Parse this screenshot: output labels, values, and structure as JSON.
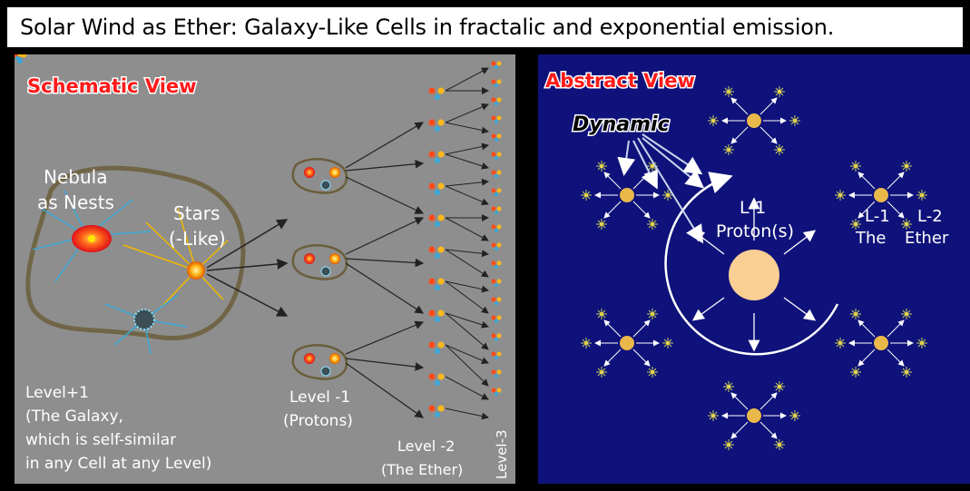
{
  "title": "Solar Wind as Ether: Galaxy-Like Cells in fractalic and exponential emission.",
  "left_panel": {
    "heading": "Schematic View",
    "nebula": [
      "Nebula",
      "as Nests"
    ],
    "stars": [
      "Stars",
      "(-Like)"
    ],
    "level_plus1": [
      "Level+1",
      "(The Galaxy,",
      "which is self-similar",
      "in any Cell at any Level)"
    ],
    "level_minus1": [
      "Level -1",
      "(Protons)"
    ],
    "level_minus2": [
      "Level -2",
      "(The Ether)"
    ],
    "level_minus3": "Level-3"
  },
  "right_panel": {
    "heading": "Abstract View",
    "dynamic": "Dynamic",
    "center_label": [
      "L-1",
      "Proton(s)"
    ],
    "right_label_a": [
      "L-1",
      "The"
    ],
    "right_label_b": [
      "L-2",
      "Ether"
    ]
  },
  "colors": {
    "title_bg": "#ffffff",
    "left_bg": "#8e8e8e",
    "right_bg": "#0f127a",
    "heading_red": "#ff1a1a",
    "proton_fill": "#f9cf93",
    "node_fill": "#e9b84a"
  }
}
